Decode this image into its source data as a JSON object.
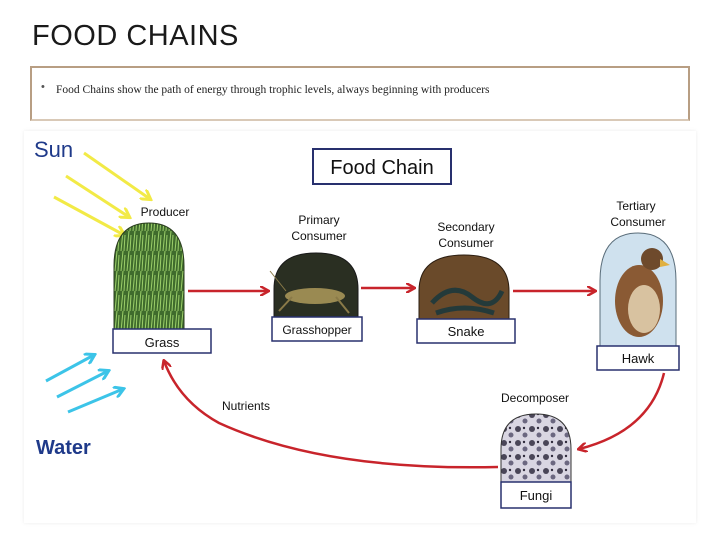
{
  "slide": {
    "title": "FOOD CHAINS",
    "bullet": "Food Chains show the path of energy through trophic levels, always beginning with producers"
  },
  "diagram": {
    "title": "Food Chain",
    "sun_label": "Sun",
    "water_label": "Water",
    "nutrients_label": "Nutrients",
    "stages": [
      {
        "role": "Producer",
        "organism": "Grass"
      },
      {
        "role_line1": "Primary",
        "role_line2": "Consumer",
        "organism": "Grasshopper"
      },
      {
        "role_line1": "Secondary",
        "role_line2": "Consumer",
        "organism": "Snake"
      },
      {
        "role_line1": "Tertiary",
        "role_line2": "Consumer",
        "organism": "Hawk"
      },
      {
        "role": "Decomposer",
        "organism": "Fungi"
      }
    ],
    "colors": {
      "energy_arrow": "#c8242b",
      "sun_arrow": "#f2ea46",
      "water_arrow": "#3cc4e8",
      "label_box_border": "#28306e",
      "water_label": "#1f3a8a"
    }
  }
}
